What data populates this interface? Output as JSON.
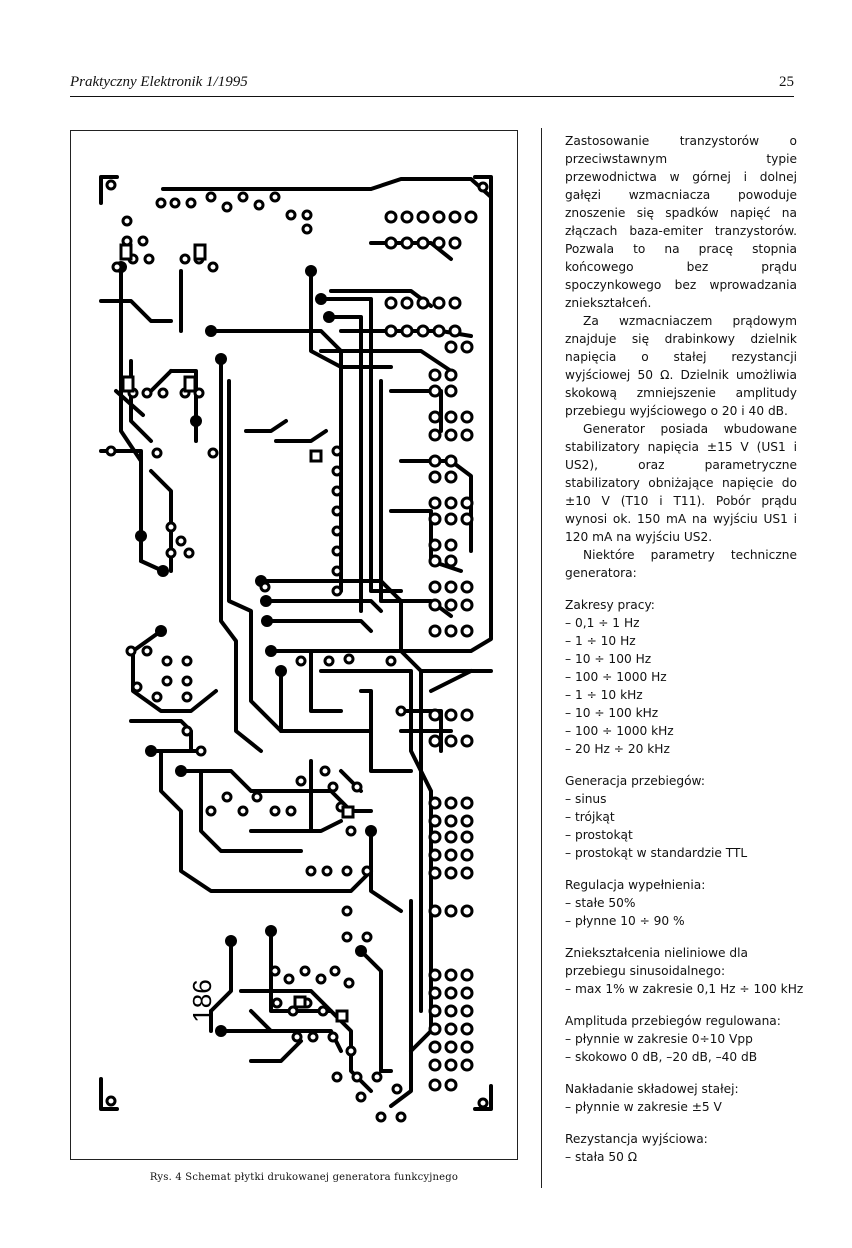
{
  "header": {
    "journal": "Praktyczny Elektronik 1/1995",
    "page_number": "25"
  },
  "figure": {
    "board_marking": "186",
    "caption": "Rys. 4 Schemat płytki drukowanej generatora funkcyjnego"
  },
  "article": {
    "paragraphs": [
      "Zastosowanie tranzystorów o przeciwstawnym typie przewodnictwa w górnej i dolnej gałęzi wzmacniacza powoduje znoszenie się spadków napięć na złączach baza-emiter tranzystorów. Pozwala to na pracę stopnia końcowego bez prądu spoczynkowego bez wprowadzania zniekształceń.",
      "Za wzmacniaczem prądowym znajduje się drabinkowy dzielnik napięcia o stałej rezystancji wyjściowej 50 Ω. Dzielnik umożliwia skokową zmniejszenie amplitudy przebiegu wyjściowego o 20 i 40 dB.",
      "Generator posiada wbudowane stabilizatory napięcia ±15 V (US1 i US2), oraz parametryczne stabilizatory obniżające napięcie do ±10 V (T10 i T11). Pobór prądu wynosi ok. 150 mA na wyjściu US1 i 120 mA na wyjściu US2.",
      "Niektóre parametry techniczne generatora:"
    ],
    "specs": [
      {
        "title": "Zakresy pracy:",
        "items": [
          "– 0,1 ÷ 1 Hz",
          "– 1 ÷ 10 Hz",
          "– 10 ÷ 100 Hz",
          "– 100 ÷ 1000 Hz",
          "– 1 ÷ 10 kHz",
          "– 10 ÷ 100 kHz",
          "– 100 ÷ 1000 kHz",
          "– 20 Hz ÷ 20 kHz"
        ]
      },
      {
        "title": "Generacja przebiegów:",
        "items": [
          "– sinus",
          "– trójkąt",
          "– prostokąt",
          "– prostokąt w standardzie TTL"
        ]
      },
      {
        "title": "Regulacja wypełnienia:",
        "items": [
          "– stałe 50%",
          "– płynne 10 ÷ 90 %"
        ]
      },
      {
        "title": "Zniekształcenia nieliniowe dla przebiegu sinusoidalnego:",
        "items": [
          "– max 1% w zakresie 0,1 Hz ÷ 100 kHz"
        ]
      },
      {
        "title": "Amplituda przebiegów regulowana:",
        "items": [
          "– płynnie w zakresie 0÷10 Vpp",
          "– skokowo 0 dB, –20 dB, –40 dB"
        ]
      },
      {
        "title": "Nakładanie składowej stałej:",
        "items": [
          "– płynnie w zakresie ±5 V"
        ]
      },
      {
        "title": "Rezystancja wyjściowa:",
        "items": [
          "– stała 50 Ω"
        ]
      }
    ]
  }
}
